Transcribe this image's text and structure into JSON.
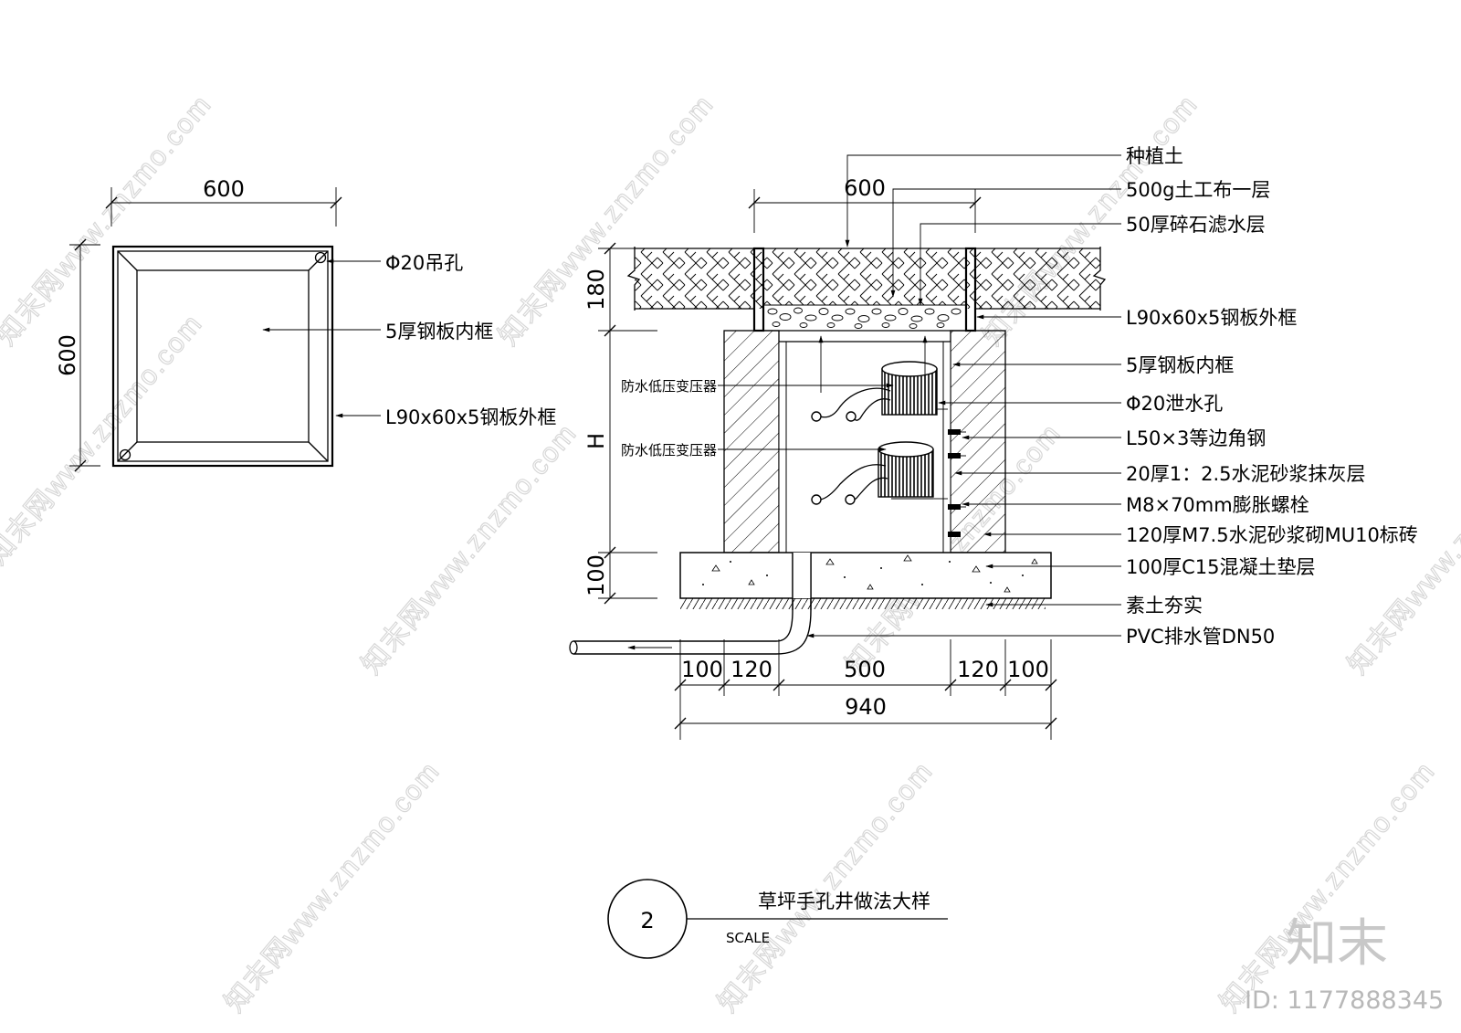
{
  "plan": {
    "width_dim": "600",
    "height_dim": "600",
    "labels": [
      "Φ20吊孔",
      "5厚钢板内框",
      "L90x60x5钢板外框"
    ]
  },
  "section": {
    "top_dim": "600",
    "left_dims": [
      "180",
      "H",
      "100"
    ],
    "bottom_dims": [
      "100",
      "120",
      "500",
      "120",
      "100"
    ],
    "total_dim": "940",
    "callouts": [
      "种植土",
      "500g土工布一层",
      "50厚碎石滤水层",
      "L90x60x5钢板外框",
      "5厚钢板内框",
      "Φ20泄水孔",
      "L50×3等边角钢",
      "20厚1：2.5水泥砂浆抹灰层",
      "M8×70mm膨胀螺栓",
      "120厚M7.5水泥砂浆砌MU10标砖",
      "100厚C15混凝土垫层",
      "素土夯实",
      "PVC排水管DN50"
    ],
    "transformer_labels": [
      "防水低压变压器",
      "防水低压变压器"
    ]
  },
  "title_block": {
    "number": "2",
    "title": "草坪手孔井做法大样",
    "scale": "SCALE"
  },
  "watermark": {
    "text": "知末网www.znzmo.com",
    "brand": "知末",
    "id": "ID: 1177888345"
  }
}
